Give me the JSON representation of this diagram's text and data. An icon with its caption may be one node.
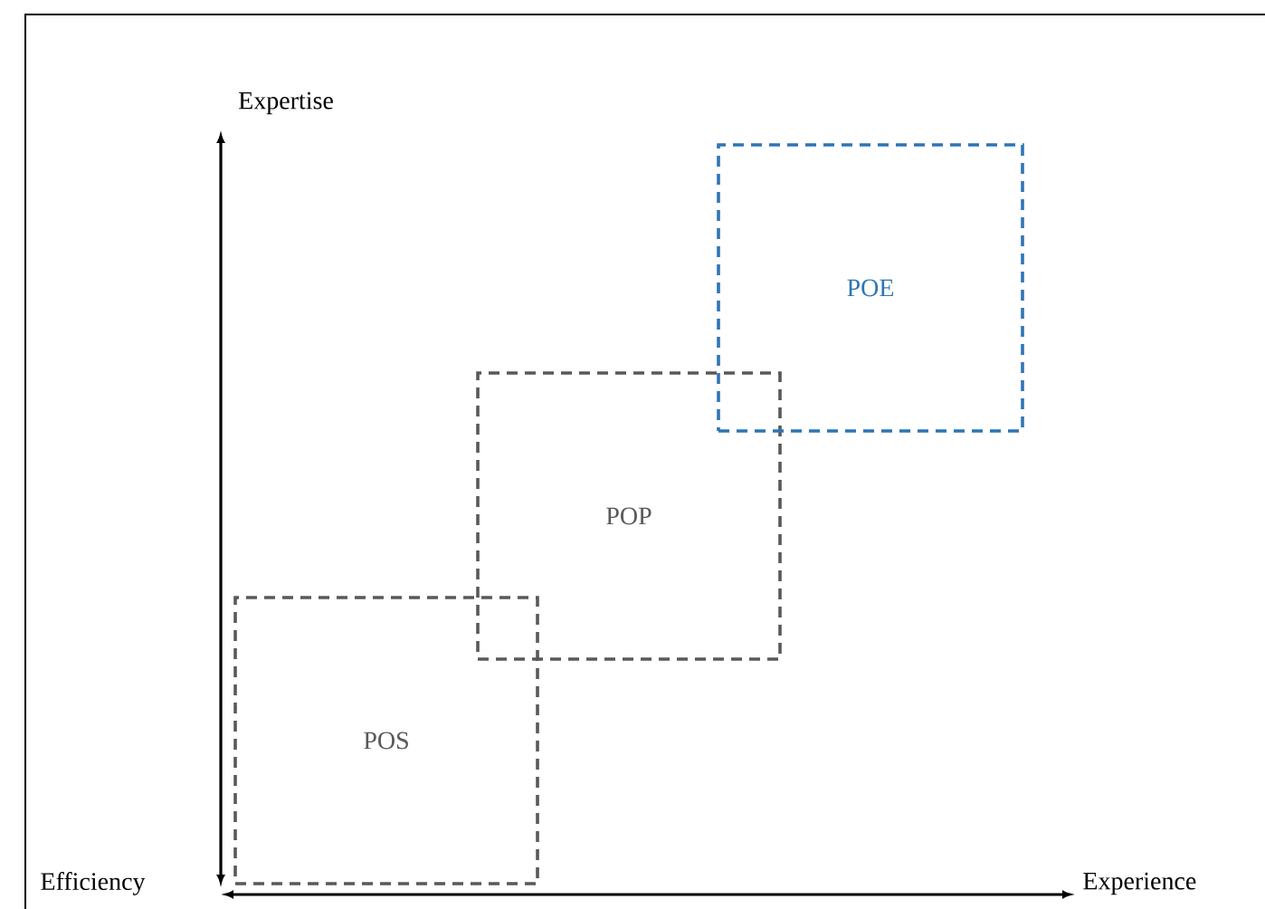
{
  "diagram": {
    "nodes": [
      {
        "text": [
          "POS"
        ]
      },
      {
        "text": [
          "POP"
        ]
      },
      {
        "text": [
          "POE"
        ]
      }
    ],
    "labels": [
      "Expertise",
      "Efficiency",
      "Experience"
    ]
  }
}
